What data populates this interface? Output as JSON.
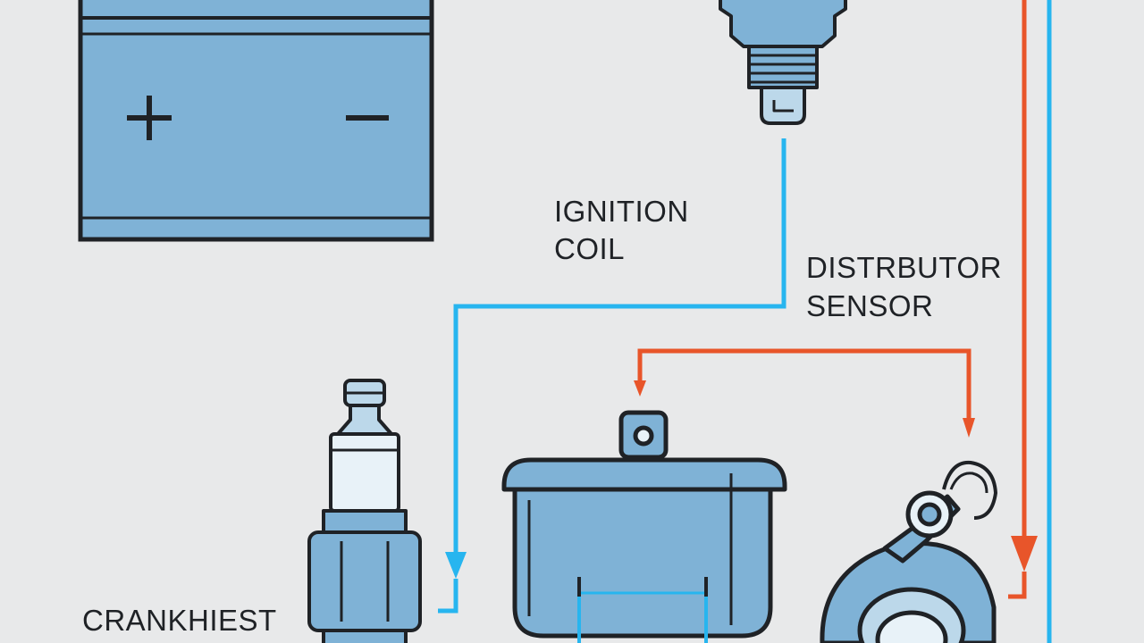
{
  "labels": {
    "ignition_coil_line1": "IGNITION",
    "ignition_coil_line2": "COIL",
    "distributor_sensor_line1": "DISTRBUTOR",
    "distributor_sensor_line2": "SENSOR",
    "crankshaft": "CRANKHIEST"
  },
  "battery": {
    "positive_symbol": "+",
    "negative_symbol": "−"
  },
  "colors": {
    "background": "#e8e9ea",
    "component_fill": "#7fb2d6",
    "component_light": "#bcd8ea",
    "outline": "#1f2226",
    "wire_blue": "#27b5ef",
    "wire_orange": "#e8552a"
  }
}
